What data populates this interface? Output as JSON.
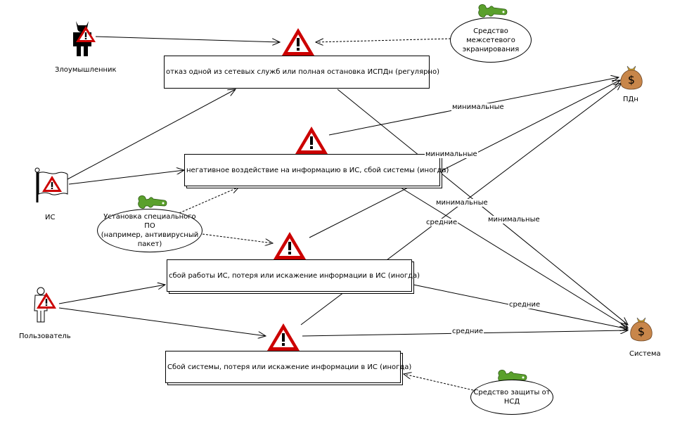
{
  "actors": {
    "attacker": {
      "label": "Злоумышленник",
      "icon": "devil-figure-with-warning-icon"
    },
    "is": {
      "label": "ИС",
      "icon": "flag-with-warning-icon"
    },
    "user": {
      "label": "Пользователь",
      "icon": "person-with-warning-icon"
    }
  },
  "assets": {
    "pdn": {
      "label": "ПДн",
      "icon": "money-bag-icon"
    },
    "system": {
      "label": "Система",
      "icon": "money-bag-icon"
    }
  },
  "threats": [
    {
      "id": "t1",
      "label": "отказ одной из сетевых служб или полная остановка ИСПДн (регулярно)"
    },
    {
      "id": "t2",
      "label": "негативное воздействие на информацию в ИС, сбой системы (иногда)"
    },
    {
      "id": "t3",
      "label": "сбой работы ИС, потеря или искажение информации в ИС (иногда)"
    },
    {
      "id": "t4",
      "label": "Сбой системы, потеря или искажение информации в ИС (иногда)"
    }
  ],
  "countermeasures": [
    {
      "id": "c1",
      "label": "Средство межсетевого экранирования",
      "lines": [
        "Средство",
        "межсетевого",
        "экранирования"
      ]
    },
    {
      "id": "c2",
      "label": "Установка специального ПО (например, антивирусный пакет)",
      "lines": [
        "Установка специального ПО",
        "(например, антивирусный",
        "пакет)"
      ]
    },
    {
      "id": "c3",
      "label": "Средство защиты от НСД",
      "lines": [
        "Средство защиты от",
        "НСД"
      ]
    }
  ],
  "edge_labels": {
    "t2_pdn": "минимальные",
    "t3_pdn": "минимальные",
    "t4_pdn": "минимальные",
    "t1_system": "минимальные",
    "t2_system": "средние",
    "t3_system": "средние",
    "t4_system": "средние"
  },
  "colors": {
    "warning_red": "#cc0000",
    "wrench_green": "#5aa02c",
    "bag_brown": "#c8864a",
    "bag_tie": "#d4a020"
  }
}
